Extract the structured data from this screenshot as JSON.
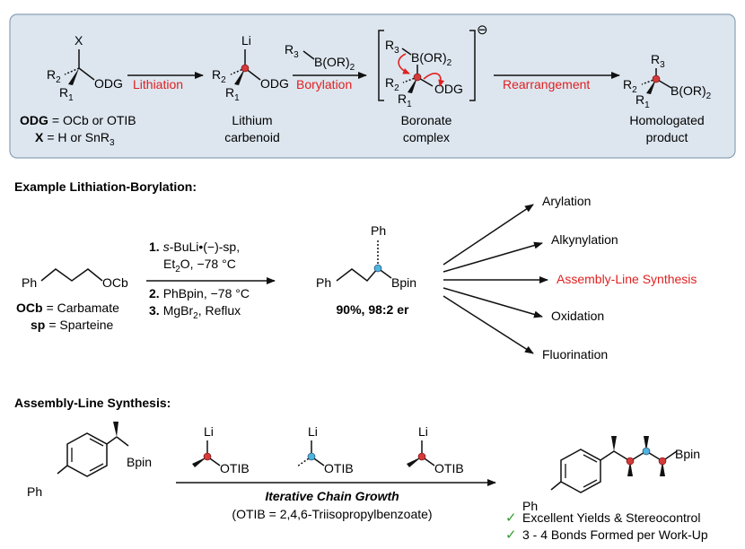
{
  "colors": {
    "panel_bg": "#dde6ef",
    "panel_border": "#8a9fb3",
    "red": "#e02020",
    "red_atom": "#d43a3a",
    "blue_atom": "#4fb3dd",
    "check": "#2e9b2e"
  },
  "top": {
    "x_label": "X",
    "r2": "R",
    "r2_sub": "2",
    "r1": "R",
    "r1_sub": "1",
    "odg": "ODG",
    "li": "Li",
    "step_lithiation": "Lithiation",
    "step_borylation": "Borylation",
    "step_rearrangement": "Rearrangement",
    "reagent_r3": "R",
    "reagent_r3_sub": "3",
    "reagent_b": "B(OR)",
    "reagent_b_sub": "2",
    "charge": "⊖",
    "def_odg_label": "ODG",
    "def_odg_text": "= OCb or OTIB",
    "def_x_label": "X",
    "def_x_text": "= H or SnR",
    "def_x_sub": "3",
    "name_carbenoid_1": "Lithium",
    "name_carbenoid_2": "carbenoid",
    "name_boronate_1": "Boronate",
    "name_boronate_2": "complex",
    "name_product_1": "Homologated",
    "name_product_2": "product"
  },
  "example": {
    "heading": "Example Lithiation-Borylation:",
    "ph": "Ph",
    "ocb": "OCb",
    "bpin": "Bpin",
    "cond1_num": "1.",
    "cond1_italic": "s",
    "cond1_text": "-BuLi•(−)-sp,",
    "cond1b": "Et",
    "cond1b_sub": "2",
    "cond1b_rest": "O, −78 °C",
    "cond2_num": "2.",
    "cond2_text": "PhBpin, −78 °C",
    "cond3_num": "3.",
    "cond3_text": "MgBr",
    "cond3_sub": "2",
    "cond3_rest": ", Reflux",
    "def_ocb_label": "OCb",
    "def_ocb_text": "= Carbamate",
    "def_sp_label": "sp",
    "def_sp_text": "= Sparteine",
    "yield": "90%, 98:2 er",
    "outcomes": [
      "Arylation",
      "Alkynylation",
      "Assembly-Line Synthesis",
      "Oxidation",
      "Fluorination"
    ]
  },
  "assembly": {
    "heading": "Assembly-Line Synthesis:",
    "ph": "Ph",
    "bpin": "Bpin",
    "li": "Li",
    "otib": "OTIB",
    "iterative": "Iterative Chain Growth",
    "otib_def": "(OTIB = 2,4,6-Triisopropylbenzoate)",
    "benefit_1": "Excellent Yields & Stereocontrol",
    "benefit_2": "3 - 4 Bonds Formed per Work-Up",
    "check": "✓"
  }
}
